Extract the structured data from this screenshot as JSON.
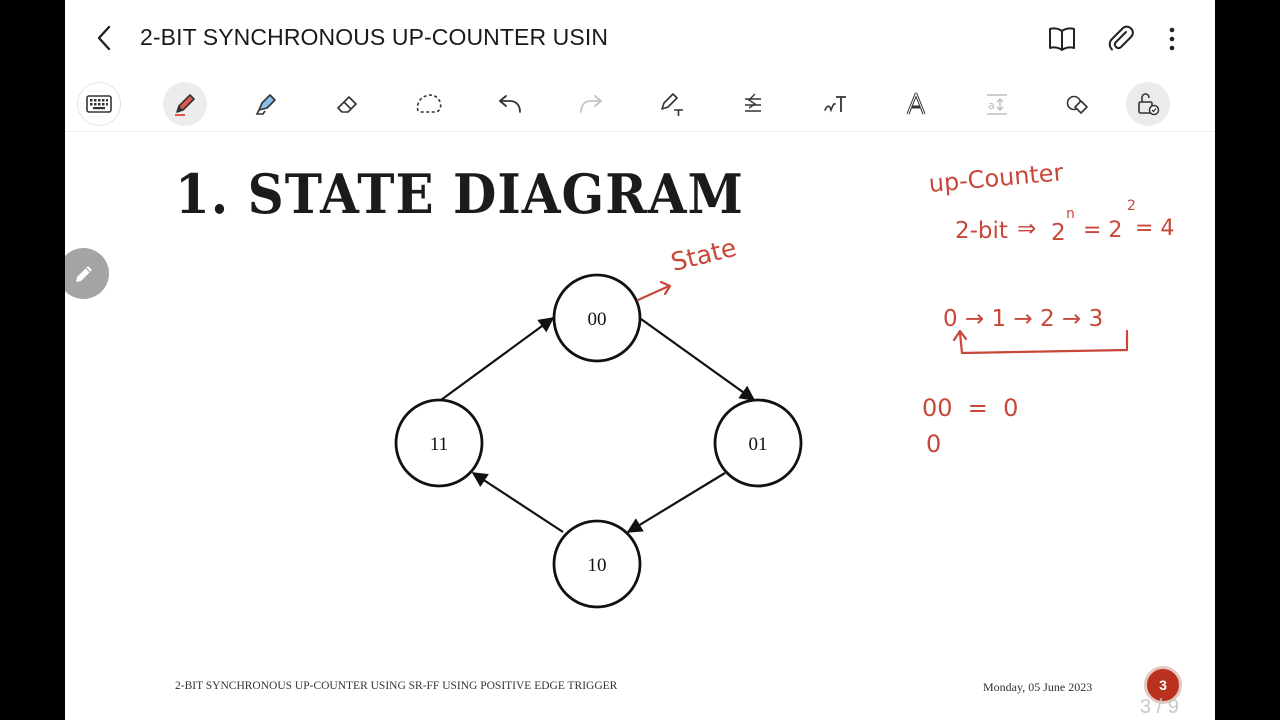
{
  "header": {
    "title": "2-BIT SYNCHRONOUS UP-COUNTER USIN",
    "icons": [
      "chevron-left-icon",
      "book-icon",
      "paperclip-icon",
      "more-vertical-icon"
    ]
  },
  "toolbar": {
    "tools": [
      {
        "name": "keyboard",
        "icon": "keyboard-icon"
      },
      {
        "name": "pen",
        "icon": "pen-icon",
        "active": true,
        "color": "#e2574c"
      },
      {
        "name": "highlighter",
        "icon": "highlighter-icon",
        "color": "#6fa8dc"
      },
      {
        "name": "eraser",
        "icon": "eraser-icon"
      },
      {
        "name": "lasso",
        "icon": "lasso-icon"
      },
      {
        "name": "undo",
        "icon": "undo-icon"
      },
      {
        "name": "redo",
        "icon": "redo-icon",
        "disabled": true
      },
      {
        "name": "pen-to-text",
        "icon": "pen-to-text-icon"
      },
      {
        "name": "straighten",
        "icon": "straighten-icon"
      },
      {
        "name": "handwriting",
        "icon": "handwriting-icon"
      },
      {
        "name": "text-style",
        "icon": "text-style-icon"
      },
      {
        "name": "text-spacing",
        "icon": "text-spacing-icon",
        "disabled": true
      },
      {
        "name": "shapes",
        "icon": "shapes-icon"
      },
      {
        "name": "read-only",
        "icon": "lock-icon"
      }
    ]
  },
  "page": {
    "heading": "1. STATE DIAGRAM",
    "states": [
      "00",
      "01",
      "10",
      "11"
    ],
    "footer_left": "2-BIT SYNCHRONOUS UP-COUNTER USING SR-FF USING POSITIVE EDGE TRIGGER",
    "footer_right": "Monday, 05 June 2023",
    "page_badge": "3",
    "page_indicator": "3 / 9"
  },
  "annotations": {
    "state_label": "State",
    "line1": "up-Counter",
    "line2_prefix": "2-bit",
    "line2_expr": "2",
    "exp_n": "n",
    "line2_eq": "= 2",
    "exp_2": "2",
    "line2_result": "= 4",
    "sequence": "0 → 1 → 2 → 3",
    "bin_line1": "00  =  0",
    "bin_line2": "0",
    "ink_color": "#c8473a"
  }
}
